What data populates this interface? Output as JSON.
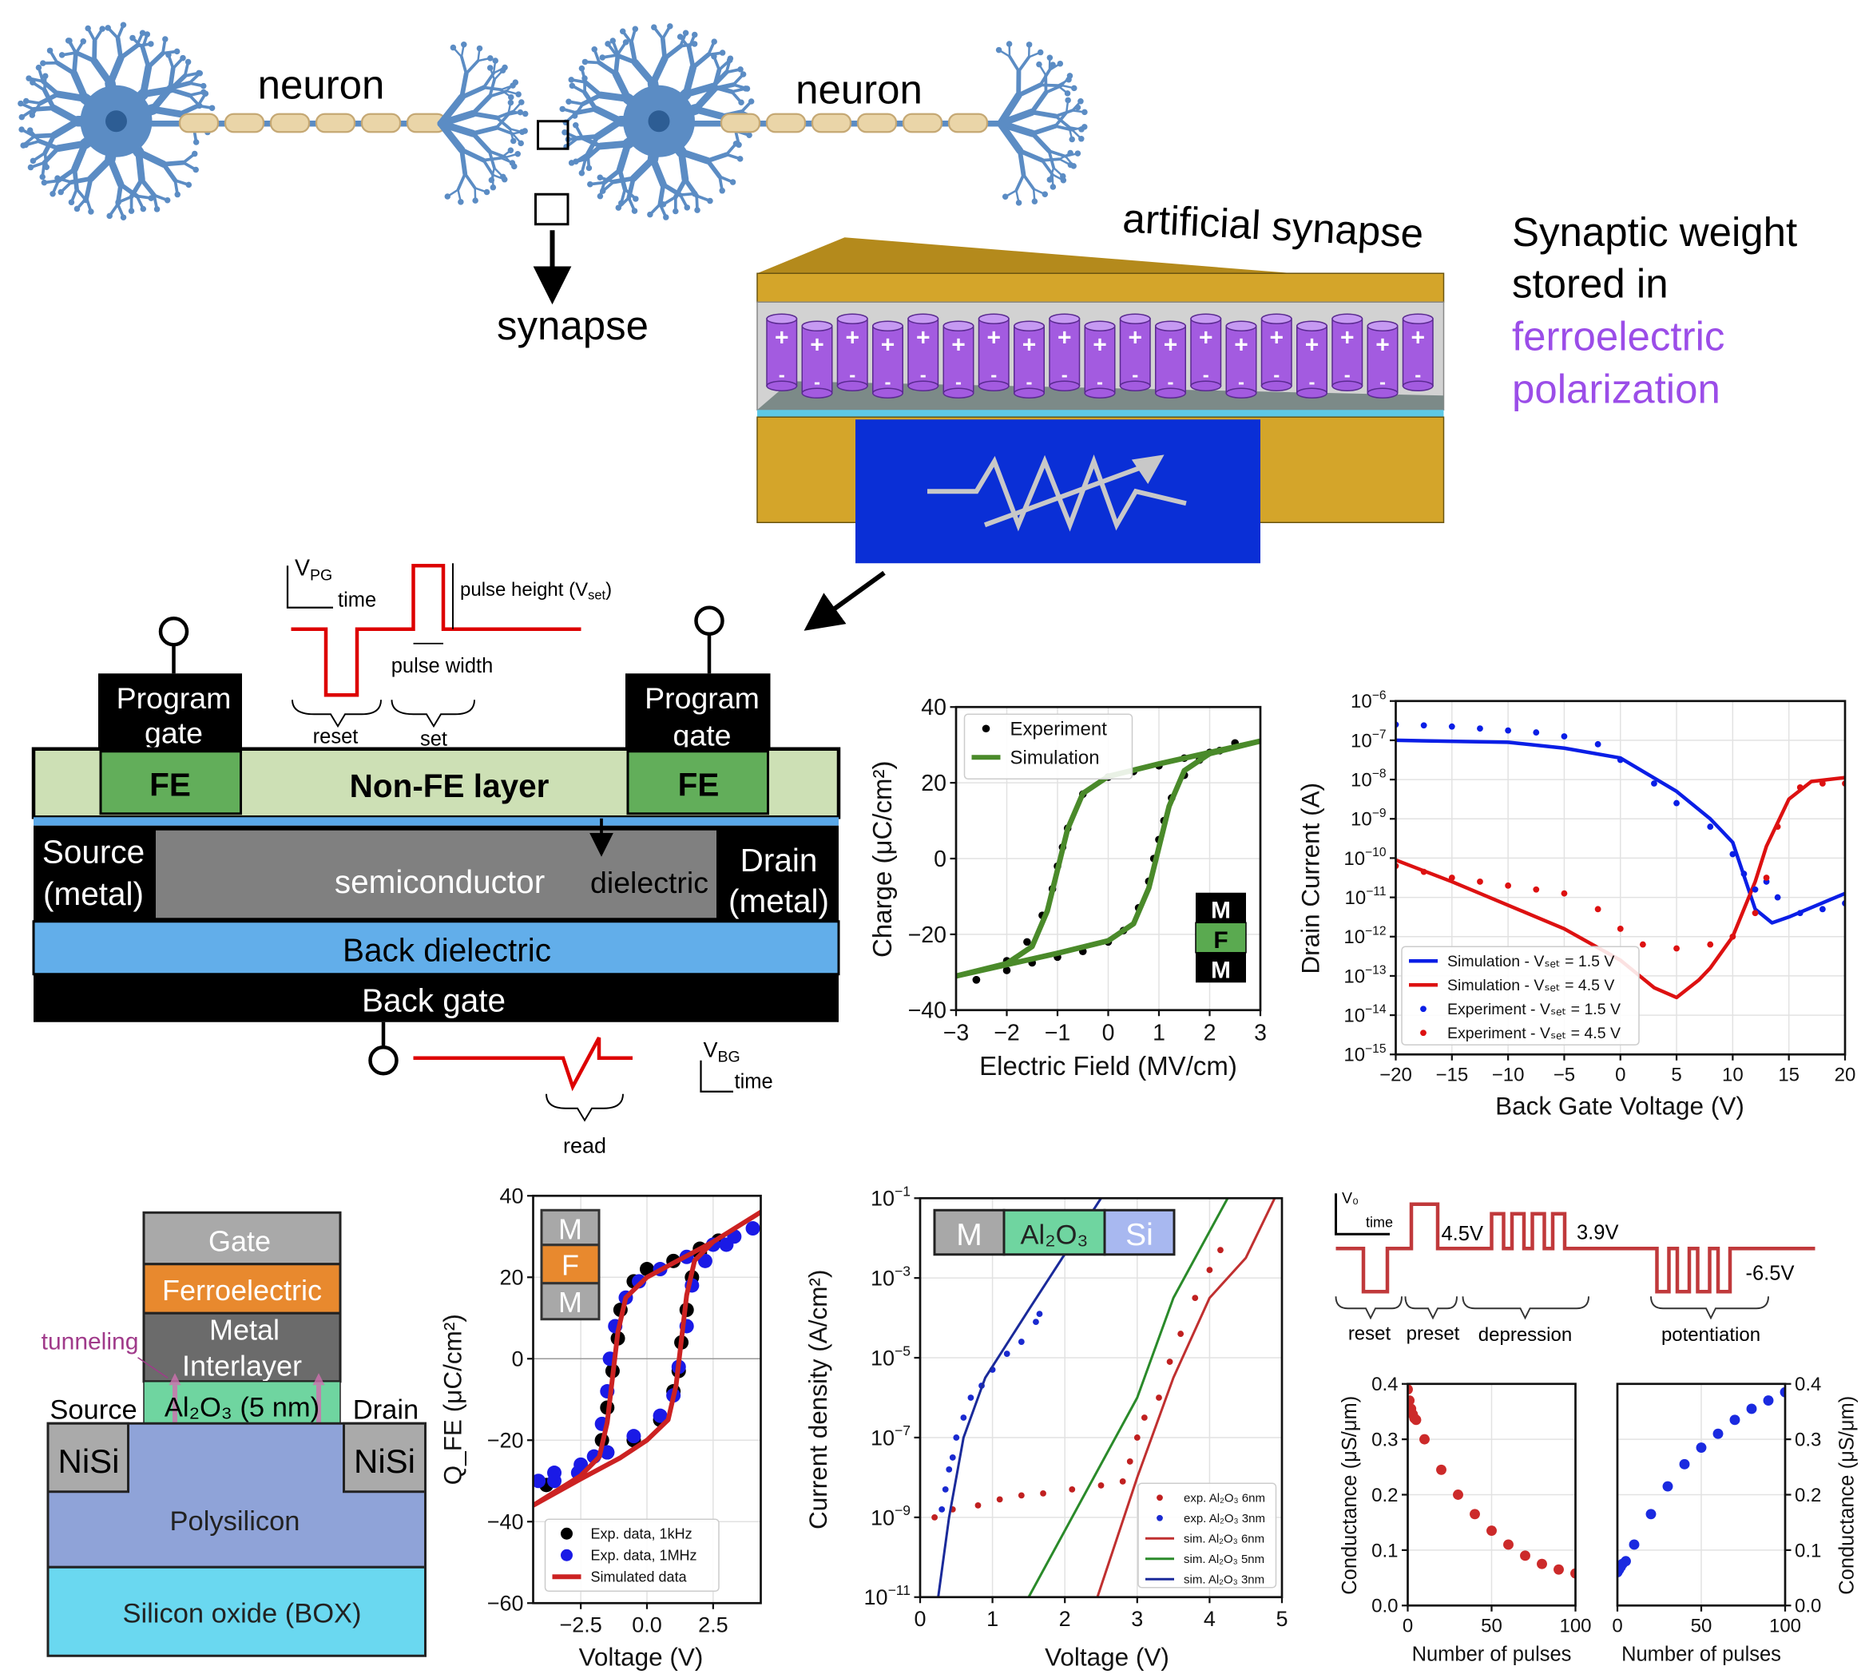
{
  "neuron_panel": {
    "neuron_left": "neuron",
    "neuron_right": "neuron",
    "synapse": "synapse",
    "artificial_synapse": "artificial synapse",
    "weight_lines": [
      "Synaptic weight",
      "stored in"
    ],
    "highlight_lines": [
      "ferroelectric",
      "polarization"
    ],
    "plus_sign": "+",
    "minus_sign": "-",
    "colors": {
      "neuron": "#5b8cc4",
      "highlight": "#9b4de8",
      "cylinder": "#a35be0",
      "gold": "#d4a52a",
      "channel": "#0a2fd6"
    }
  },
  "device_panel": {
    "program_gate_left": [
      "Program",
      "gate"
    ],
    "program_gate_right": [
      "Program",
      "gate"
    ],
    "fe_left": "FE",
    "fe_right": "FE",
    "non_fe": "Non-FE layer",
    "source": [
      "Source",
      "(metal)"
    ],
    "semiconductor": "semiconductor",
    "dielectric": "dielectric",
    "drain": [
      "Drain",
      "(metal)"
    ],
    "back_dielectric": "Back dielectric",
    "back_gate": "Back gate",
    "program_waveform": {
      "axis_v": "V",
      "axis_v_sub": "PG",
      "axis_time": "time",
      "pulse_height": "pulse height (V",
      "pulse_height_sub": "set",
      "pulse_height_end": ")",
      "pulse_width": "pulse width",
      "reset": "reset",
      "set": "set"
    },
    "read_waveform": {
      "axis_v": "V",
      "axis_v_sub": "BG",
      "axis_time": "time",
      "read": "read"
    }
  },
  "stack_panel": {
    "gate": "Gate",
    "ferroelectric": "Ferroelectric",
    "metal_interlayer": [
      "Metal",
      "Interlayer"
    ],
    "al2o3": "Al₂O₃ (5 nm)",
    "tunneling": "tunneling",
    "source": "Source",
    "drain": "Drain",
    "nisi_left": "NiSi",
    "nisi_right": "NiSi",
    "polysilicon": "Polysilicon",
    "box": "Silicon oxide (BOX)"
  },
  "pulse_scheme": {
    "axis_v": "V₀",
    "axis_time": "time",
    "preset_height": "4.5V",
    "depression_height": "3.9V",
    "potentiation_height": "-6.5V",
    "phases": [
      "reset",
      "preset",
      "depression",
      "potentiation"
    ]
  },
  "insets": {
    "mfm_black": [
      "M",
      "F",
      "M"
    ],
    "mfm_orange": [
      "M",
      "F",
      "M"
    ],
    "msi": [
      "M",
      "Al₂O₃",
      "Si"
    ]
  },
  "chart_data": [
    {
      "id": "chart-pe-loop",
      "type": "line",
      "xlabel": "Electric Field (MV/cm)",
      "ylabel": "Charge (μC/cm²)",
      "xlim": [
        -3,
        3
      ],
      "ylim": [
        -40,
        40
      ],
      "xticks": [
        -3,
        -2,
        -1,
        0,
        1,
        2,
        3
      ],
      "xtick_labels": [
        "−3",
        "−2",
        "−1",
        "0",
        "1",
        "2",
        "3"
      ],
      "yticks": [
        -40,
        -20,
        0,
        20,
        40
      ],
      "ytick_labels": [
        "−40",
        "−20",
        "0",
        "20",
        "40"
      ],
      "grid": true,
      "legend": "top-left",
      "series": [
        {
          "name": "Experiment",
          "type": "scatter",
          "color": "#000000",
          "x": [
            -2.6,
            -2,
            -1.5,
            -1,
            -0.5,
            0,
            0.3,
            0.6,
            0.8,
            0.9,
            1.0,
            1.1,
            1.25,
            1.5,
            1.8,
            2.2,
            2.5,
            2,
            1.5,
            1,
            0.5,
            0,
            -0.5,
            -0.8,
            -0.9,
            -1.0,
            -1.1,
            -1.3,
            -1.6,
            -2,
            -2.6
          ],
          "y": [
            -32,
            -29.5,
            -27.5,
            -26,
            -24.5,
            -22,
            -19,
            -13,
            -6,
            0,
            5,
            10,
            16,
            22,
            26,
            28.5,
            30.5,
            28,
            26.5,
            24.5,
            23,
            21.5,
            17,
            8,
            3,
            -2,
            -8,
            -15,
            -22,
            -27,
            -32
          ]
        },
        {
          "name": "Simulation",
          "type": "line",
          "color": "#4a8a2a",
          "x": [
            -3,
            -2,
            -1,
            0,
            0.5,
            0.8,
            1,
            1.2,
            1.5,
            2,
            3,
            2,
            1,
            0,
            -0.5,
            -0.8,
            -1,
            -1.2,
            -1.5,
            -2,
            -3
          ],
          "y": [
            -31,
            -28,
            -25,
            -21.7,
            -17.2,
            -7.8,
            3,
            13.8,
            23.2,
            27.7,
            31,
            28,
            25,
            21.7,
            17.2,
            7.8,
            -3,
            -13.8,
            -23.2,
            -27.7,
            -31
          ]
        }
      ]
    },
    {
      "id": "chart-drain-current",
      "type": "line",
      "xlabel": "Back Gate Voltage (V)",
      "ylabel": "Drain Current (A)",
      "yscale": "log",
      "xlim": [
        -20,
        20
      ],
      "ylim_log10": [
        -15,
        -6
      ],
      "xticks": [
        -20,
        -15,
        -10,
        -5,
        0,
        5,
        10,
        15,
        20
      ],
      "xtick_labels": [
        "−20",
        "−15",
        "−10",
        "−5",
        "0",
        "5",
        "10",
        "15",
        "20"
      ],
      "yticks": [
        -15,
        -14,
        -13,
        -12,
        -11,
        -10,
        -9,
        -8,
        -7,
        -6
      ],
      "ytick_labels": [
        "−15",
        "−14",
        "−13",
        "−12",
        "−11",
        "−10",
        "−9",
        "−8",
        "−7",
        "−6"
      ],
      "grid": true,
      "legend": "bottom-left",
      "series": [
        {
          "name": "Simulation - Vₛₑₜ = 1.5 V",
          "type": "line",
          "color": "#0a1ee6",
          "x": [
            -20,
            -10,
            -5,
            0,
            5,
            8,
            10,
            12,
            13.5,
            15,
            20
          ],
          "y_log10": [
            -7,
            -7.05,
            -7.2,
            -7.45,
            -8.3,
            -9,
            -9.6,
            -11.3,
            -11.65,
            -11.5,
            -10.9
          ]
        },
        {
          "name": "Simulation - Vₛₑₜ = 4.5 V",
          "type": "line",
          "color": "#dd1111",
          "x": [
            -20,
            -15,
            -10,
            -5,
            0,
            3,
            5,
            7,
            8,
            10,
            12,
            13,
            15,
            17,
            20
          ],
          "y_log10": [
            -10.05,
            -10.6,
            -11.2,
            -11.8,
            -12.6,
            -13.3,
            -13.55,
            -13.1,
            -12.8,
            -12,
            -10.6,
            -9.7,
            -8.5,
            -8.05,
            -7.95
          ]
        },
        {
          "name": "Experiment - Vₛₑₜ = 1.5 V",
          "type": "scatter",
          "color": "#0a1ee6",
          "x": [
            -20,
            -17.5,
            -15,
            -12.5,
            -10,
            -7.5,
            -5,
            -2,
            0,
            3,
            5,
            8,
            10,
            11,
            12,
            13,
            14,
            16,
            18,
            20
          ],
          "y_log10": [
            -6.6,
            -6.62,
            -6.65,
            -6.7,
            -6.75,
            -6.8,
            -6.9,
            -7.1,
            -7.5,
            -8.1,
            -8.6,
            -9.2,
            -9.9,
            -10.4,
            -10.8,
            -10.6,
            -11,
            -11.4,
            -11.3,
            -11.15
          ]
        },
        {
          "name": "Experiment - Vₛₑₜ = 4.5 V",
          "type": "scatter",
          "color": "#dd1111",
          "x": [
            -20,
            -17.5,
            -15,
            -12.5,
            -10,
            -7.5,
            -5,
            -2,
            0,
            2,
            5,
            8,
            10,
            12,
            13,
            14,
            16,
            18,
            20
          ],
          "y_log10": [
            -10.2,
            -10.35,
            -10.5,
            -10.6,
            -10.7,
            -10.8,
            -10.9,
            -11.3,
            -11.8,
            -12.2,
            -12.3,
            -12.2,
            -12,
            -11.4,
            -10.5,
            -9.2,
            -8.2,
            -8.1,
            -8.1
          ]
        }
      ]
    },
    {
      "id": "chart-qfe",
      "type": "line",
      "xlabel": "Voltage (V)",
      "ylabel": "Q_FE (μC/cm²)",
      "xlim": [
        -4.3,
        4.3
      ],
      "ylim": [
        -60,
        40
      ],
      "xticks": [
        -2.5,
        0,
        2.5
      ],
      "xtick_labels": [
        "−2.5",
        "0.0",
        "2.5"
      ],
      "yticks": [
        -60,
        -40,
        -20,
        0,
        20,
        40
      ],
      "ytick_labels": [
        "−60",
        "−40",
        "−20",
        "0",
        "20",
        "40"
      ],
      "grid": true,
      "legend": "bottom-right",
      "series": [
        {
          "name": "Exp. data, 1kHz",
          "type": "scatter",
          "color": "#000000",
          "x": [
            -3.8,
            -2.5,
            -1.5,
            -0.5,
            0.5,
            1,
            1.2,
            1.3,
            1.5,
            1.7,
            2,
            2.7,
            2,
            1,
            0,
            -0.5,
            -1,
            -1.1,
            -1.3,
            -1.5,
            -1.7
          ],
          "y": [
            -31,
            -27,
            -23,
            -20,
            -15,
            -8,
            -3,
            4,
            12,
            20,
            26,
            29,
            27,
            24,
            22,
            19,
            12,
            5,
            -3,
            -12,
            -20
          ]
        },
        {
          "name": "Exp. data, 1MHz",
          "type": "scatter",
          "color": "#1a1ae6",
          "x": [
            -4.1,
            -3.5,
            -2.5,
            -1.5,
            -0.5,
            0.5,
            1,
            1.2,
            1.5,
            1.7,
            2.2,
            3,
            4,
            3.3,
            2.5,
            1.5,
            0.5,
            -0.3,
            -0.8,
            -1.2,
            -1.4,
            -1.5,
            -1.7,
            -2,
            -2.6,
            -3.5
          ],
          "y": [
            -30,
            -28,
            -26,
            -23,
            -19,
            -14,
            -9,
            -2,
            8,
            18,
            24,
            28,
            32,
            30,
            28,
            25,
            22,
            19,
            15,
            8,
            0,
            -8,
            -16,
            -24,
            -28,
            -30
          ]
        },
        {
          "name": "Simulated data",
          "type": "line",
          "color": "#cc2222",
          "x": [
            -4.3,
            -2.5,
            -1,
            0,
            0.8,
            1.1,
            1.3,
            1.5,
            1.8,
            2.5,
            4.3,
            2.5,
            1,
            0,
            -0.8,
            -1.1,
            -1.3,
            -1.5,
            -1.8,
            -2.5,
            -4.3
          ],
          "y": [
            -36,
            -29.5,
            -24.3,
            -20,
            -15,
            -6.5,
            4.55,
            15.6,
            24.1,
            28.7,
            36,
            28.7,
            23.5,
            20,
            15,
            6.5,
            -4.55,
            -15.6,
            -24.1,
            -28.7,
            -36
          ]
        }
      ]
    },
    {
      "id": "chart-current-density",
      "type": "line",
      "xlabel": "Voltage (V)",
      "ylabel": "Current density (A/cm²)",
      "yscale": "log",
      "xlim": [
        0,
        5
      ],
      "ylim_log10": [
        -11,
        -1
      ],
      "xticks": [
        0,
        1,
        2,
        3,
        4,
        5
      ],
      "xtick_labels": [
        "0",
        "1",
        "2",
        "3",
        "4",
        "5"
      ],
      "yticks": [
        -11,
        -9,
        -7,
        -5,
        -3,
        -1
      ],
      "ytick_labels": [
        "−11",
        "−9",
        "−7",
        "−5",
        "−3",
        "−1"
      ],
      "grid": true,
      "legend": "bottom-right",
      "series": [
        {
          "name": "exp. Al₂O₃ 6nm",
          "type": "scatter",
          "color": "#c02020",
          "x": [
            0.2,
            0.45,
            0.8,
            1.1,
            1.4,
            1.7,
            2.1,
            2.5,
            2.8,
            2.9,
            3.0,
            3.1,
            3.3,
            3.45,
            3.6,
            3.8,
            4.0,
            4.15
          ],
          "y_log10": [
            -9,
            -8.8,
            -8.7,
            -8.55,
            -8.45,
            -8.4,
            -8.3,
            -8.2,
            -8.1,
            -7.6,
            -7,
            -6.5,
            -6,
            -5.1,
            -4.4,
            -3.5,
            -2.8,
            -2.3
          ]
        },
        {
          "name": "exp. Al₂O₃ 3nm",
          "type": "scatter",
          "color": "#1a2ad0",
          "x": [
            0.3,
            0.35,
            0.4,
            0.45,
            0.5,
            0.6,
            0.7,
            0.85,
            1.0,
            1.2,
            1.4,
            1.6,
            1.65
          ],
          "y_log10": [
            -8.8,
            -8.3,
            -7.8,
            -7.5,
            -7,
            -6.5,
            -6,
            -5.7,
            -5.3,
            -4.9,
            -4.6,
            -4.1,
            -3.9
          ]
        },
        {
          "name": "sim. Al₂O₃ 6nm",
          "type": "line",
          "color": "#c03030",
          "x": [
            2.45,
            3,
            3.5,
            4,
            4.5,
            4.9
          ],
          "y_log10": [
            -11,
            -8,
            -5.5,
            -3.5,
            -2.5,
            -1
          ]
        },
        {
          "name": "sim. Al₂O₃ 5nm",
          "type": "line",
          "color": "#2a8a2a",
          "x": [
            1.5,
            2.4,
            3,
            3.5,
            4.25
          ],
          "y_log10": [
            -11,
            -8,
            -6,
            -3.5,
            -1
          ]
        },
        {
          "name": "sim. Al₂O₃ 3nm",
          "type": "line",
          "color": "#1a2a9a",
          "x": [
            0.25,
            0.4,
            0.6,
            0.9,
            1.5,
            2.5
          ],
          "y_log10": [
            -11,
            -9,
            -7,
            -5.5,
            -3.8,
            -1
          ]
        }
      ]
    },
    {
      "id": "chart-depression",
      "type": "scatter",
      "xlabel": "Number of pulses",
      "ylabel": "Conductance (μS/μm)",
      "xlim": [
        0,
        100
      ],
      "ylim": [
        0,
        0.4
      ],
      "xticks": [
        0,
        50,
        100
      ],
      "xtick_labels": [
        "0",
        "50",
        "100"
      ],
      "yticks": [
        0,
        0.1,
        0.2,
        0.3,
        0.4
      ],
      "ytick_labels": [
        "0.0",
        "0.1",
        "0.2",
        "0.3",
        "0.4"
      ],
      "grid": true,
      "series": [
        {
          "name": "depression",
          "type": "scatter",
          "color": "#cc2a2a",
          "x": [
            0,
            1,
            2,
            3,
            4,
            5,
            10,
            20,
            30,
            40,
            50,
            60,
            70,
            80,
            90,
            100
          ],
          "y": [
            0.39,
            0.37,
            0.355,
            0.345,
            0.338,
            0.335,
            0.3,
            0.245,
            0.2,
            0.165,
            0.135,
            0.11,
            0.09,
            0.075,
            0.065,
            0.058
          ]
        }
      ]
    },
    {
      "id": "chart-potentiation",
      "type": "scatter",
      "xlabel": "Number of pulses",
      "ylabel": "Conductance (μS/μm)",
      "xlim": [
        0,
        100
      ],
      "ylim": [
        0,
        0.4
      ],
      "xticks": [
        0,
        50,
        100
      ],
      "xtick_labels": [
        "0",
        "50",
        "100"
      ],
      "yticks": [
        0,
        0.1,
        0.2,
        0.3,
        0.4
      ],
      "ytick_labels": [
        "0.0",
        "0.1",
        "0.2",
        "0.3",
        "0.4"
      ],
      "grid": true,
      "series": [
        {
          "name": "potentiation",
          "type": "scatter",
          "color": "#1a2ae0",
          "x": [
            0,
            1,
            2,
            3,
            5,
            10,
            20,
            30,
            40,
            50,
            60,
            70,
            80,
            90,
            100
          ],
          "y": [
            0.06,
            0.065,
            0.07,
            0.075,
            0.08,
            0.11,
            0.165,
            0.215,
            0.255,
            0.285,
            0.31,
            0.335,
            0.355,
            0.37,
            0.385
          ]
        }
      ]
    }
  ]
}
